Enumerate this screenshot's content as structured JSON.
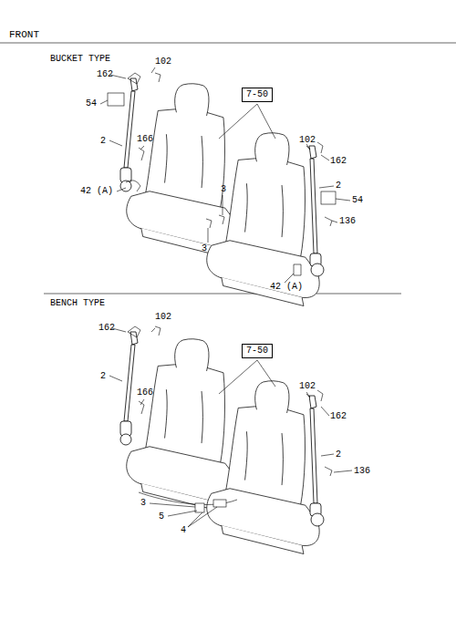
{
  "diagram": {
    "title": "FRONT",
    "nodes": [
      {
        "text": [
          "7-50"
        ]
      },
      {
        "text": [
          "7-50"
        ]
      }
    ],
    "labels": [
      "BUCKET TYPE",
      "162",
      "102",
      "54",
      "2",
      "166",
      "42 (A)",
      "3",
      "3",
      "102",
      "162",
      "2",
      "54",
      "136",
      "42 (A)",
      "BENCH TYPE",
      "162",
      "102",
      "2",
      "166",
      "102",
      "162",
      "2",
      "136",
      "3",
      "5",
      "4"
    ]
  }
}
